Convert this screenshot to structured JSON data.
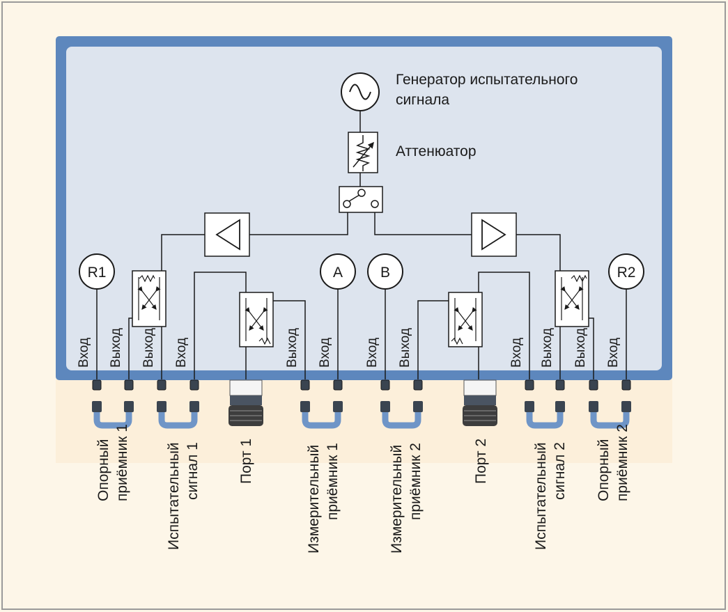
{
  "generator_label": [
    "Генератор испытательного",
    "сигнала"
  ],
  "attenuator_label": "Аттенюатор",
  "receivers": {
    "r1": "R1",
    "a": "A",
    "b": "B",
    "r2": "R2"
  },
  "jack_labels": [
    "Вход",
    "Выход",
    "Выход",
    "Вход",
    "Выход",
    "Вход",
    "Вход",
    "Выход",
    "Вход",
    "Выход",
    "Выход",
    "Вход"
  ],
  "front_panel_labels": {
    "ref1": [
      "Опорный",
      "приёмник 1"
    ],
    "test1": [
      "Испытательный",
      "сигнал 1"
    ],
    "port1": [
      "Порт 1"
    ],
    "meas1": [
      "Измерительный",
      "приёмник 1"
    ],
    "meas2": [
      "Измерительный",
      "приёмник 2"
    ],
    "port2": [
      "Порт 2"
    ],
    "test2": [
      "Испытательный",
      "сигнал 2"
    ],
    "ref2": [
      "Опорный",
      "приёмник 2"
    ]
  },
  "colors": {
    "frame_border": "#9a9a9a",
    "page_bg": "#fdf6e8",
    "instrument_bezel": "#5d87bd",
    "instrument_face": "#dde4ee",
    "line": "#1a1a1a",
    "jumper": "#6f95c7"
  }
}
